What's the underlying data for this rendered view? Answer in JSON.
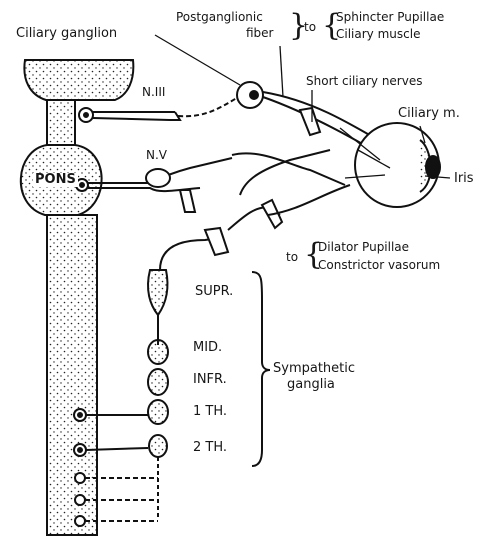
{
  "labels": {
    "ciliary_ganglion": "Ciliary ganglion",
    "postganglionic_fiber_1": "Postganglionic",
    "postganglionic_fiber_2": "fiber",
    "to_1": "to",
    "sphincter_pupillae": "Sphincter Pupillae",
    "ciliary_muscle": "Ciliary muscle",
    "short_ciliary_nerves": "Short ciliary nerves",
    "ciliary_m": "Ciliary m.",
    "iris": "Iris",
    "n_iii": "N.III",
    "n_v": "N.V",
    "pons": "PONS",
    "to_2": "to",
    "dilator_pupillae": "Dilator Pupillae",
    "constrictor_vasorum": "Constrictor vasorum",
    "supr": "SUPR.",
    "mid": "MID.",
    "infr": "INFR.",
    "th1": "1 TH.",
    "th2": "2 TH.",
    "sympathetic_1": "Sympathetic",
    "sympathetic_2": "ganglia"
  }
}
